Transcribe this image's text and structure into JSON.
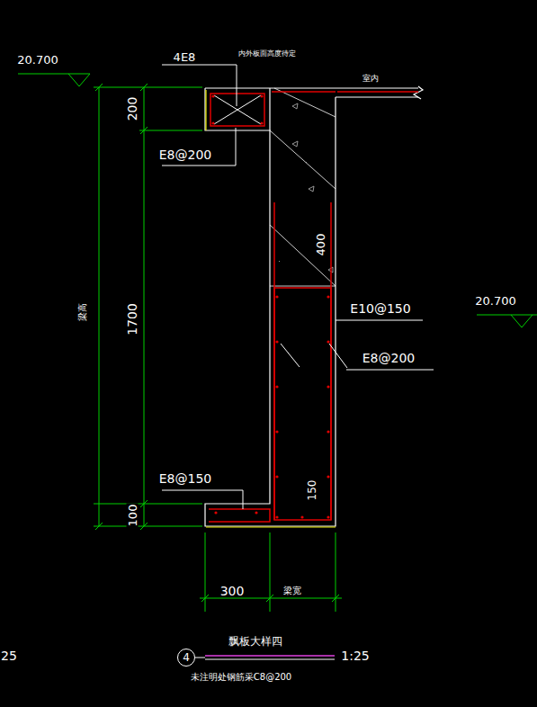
{
  "diagram": {
    "title": "飘板大样四",
    "nodes": [
      {
        "text": [
          "4"
        ]
      }
    ],
    "labels": [
      "20.700",
      "4E8",
      "内外板面高度待定",
      "室内",
      "200",
      "E8@200",
      "梁高",
      "1700",
      "400",
      "E10@150",
      "E8@200",
      "E8@150",
      "150",
      "100",
      "300",
      "梁宽",
      "20.700",
      "1:25",
      "未注明处钢筋采C8@200",
      "25"
    ]
  }
}
